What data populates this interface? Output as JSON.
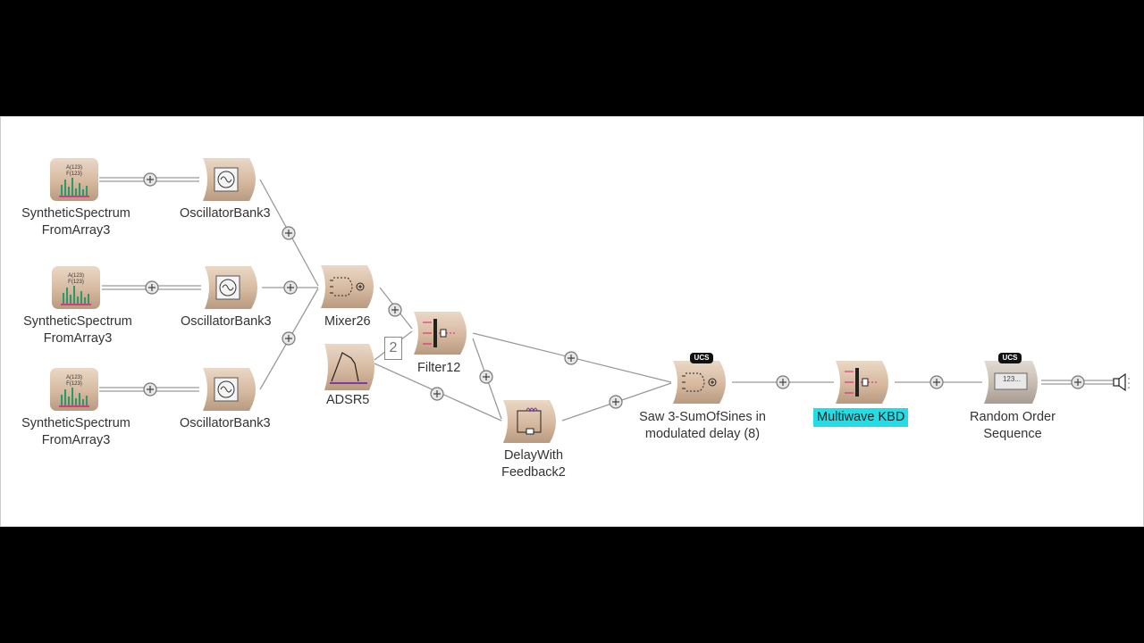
{
  "modules": {
    "spectrum1": {
      "line1": "SyntheticSpectrum",
      "line2": "FromArray3",
      "icon": "spectrum-icon"
    },
    "spectrum2": {
      "line1": "SyntheticSpectrum",
      "line2": "FromArray3",
      "icon": "spectrum-icon"
    },
    "spectrum3": {
      "line1": "SyntheticSpectrum",
      "line2": "FromArray3",
      "icon": "spectrum-icon"
    },
    "osc1": {
      "label": "OscillatorBank3",
      "icon": "sine-wave-icon"
    },
    "osc2": {
      "label": "OscillatorBank3",
      "icon": "sine-wave-icon"
    },
    "osc3": {
      "label": "OscillatorBank3",
      "icon": "sine-wave-icon"
    },
    "mixer": {
      "label": "Mixer26",
      "icon": "mixer-icon"
    },
    "adsr": {
      "label": "ADSR5",
      "icon": "envelope-icon"
    },
    "filter": {
      "label": "Filter12",
      "icon": "filter-icon"
    },
    "delay": {
      "line1": "DelayWith",
      "line2": "Feedback2",
      "icon": "delay-feedback-icon"
    },
    "saw": {
      "line1": "Saw 3-SumOfSines in",
      "line2": "modulated delay (8)",
      "badge": "UCS",
      "icon": "mixer-icon"
    },
    "multiwave": {
      "label": "Multiwave KBD",
      "icon": "filter-icon",
      "highlight_color": "#22dde6"
    },
    "random": {
      "line1": "Random Order",
      "line2": "Sequence",
      "badge": "UCS",
      "display": "123...",
      "icon": "sequence-icon"
    },
    "speaker": {
      "icon": "speaker-icon"
    }
  },
  "adsr_input_count": "2",
  "colors": {
    "module": "#d9bfa6",
    "module_dark": "#b3967c",
    "wire": "#999999",
    "accent": "#e0187a"
  }
}
